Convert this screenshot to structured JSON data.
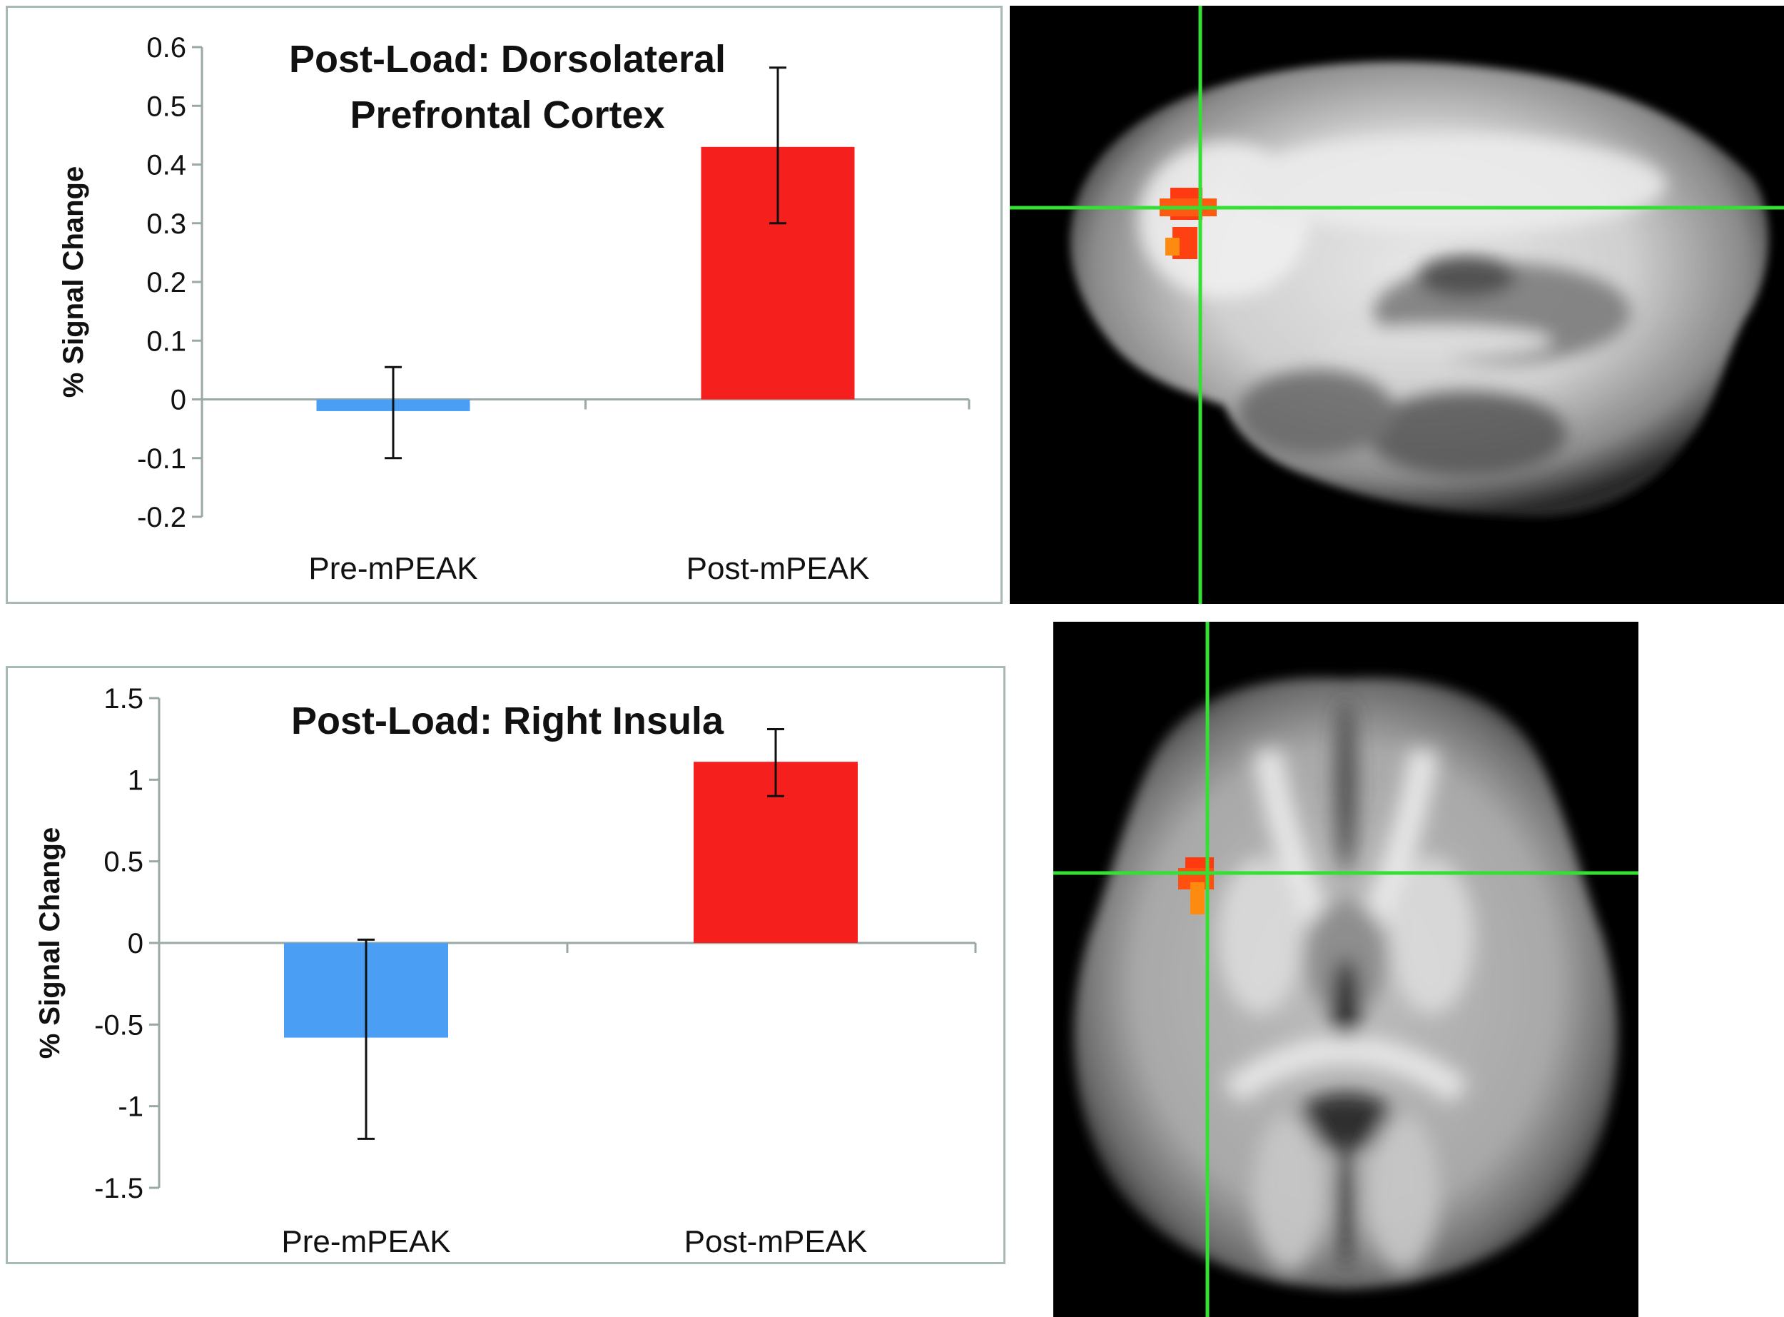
{
  "chart_data": [
    {
      "type": "bar",
      "title_lines": [
        "Post-Load: Dorsolateral",
        "Prefrontal Cortex"
      ],
      "ylabel": "% Signal Change",
      "xlabel": "",
      "categories": [
        "Pre-mPEAK",
        "Post-mPEAK"
      ],
      "values": [
        -0.02,
        0.43
      ],
      "error_low": [
        -0.1,
        0.3
      ],
      "error_high": [
        0.055,
        0.565
      ],
      "ylim": [
        -0.2,
        0.6
      ],
      "yticks": [
        0.6,
        0.5,
        0.4,
        0.3,
        0.2,
        0.1,
        0,
        -0.1,
        -0.2
      ],
      "ytick_labels": [
        "0.6",
        "0.5",
        "0.4",
        "0.3",
        "0.2",
        "0.1",
        "0",
        "-0.1",
        "-0.2"
      ],
      "colors": [
        "#4a9ff5",
        "#f5201e"
      ],
      "grid": false,
      "legend": "none"
    },
    {
      "type": "bar",
      "title_lines": [
        "Post-Load: Right Insula"
      ],
      "ylabel": "% Signal Change",
      "xlabel": "",
      "categories": [
        "Pre-mPEAK",
        "Post-mPEAK"
      ],
      "values": [
        -0.58,
        1.11
      ],
      "error_low": [
        -1.2,
        0.9
      ],
      "error_high": [
        0.02,
        1.31
      ],
      "ylim": [
        -1.5,
        1.5
      ],
      "yticks": [
        1.5,
        1,
        0.5,
        0,
        -0.5,
        -1,
        -1.5
      ],
      "ytick_labels": [
        "1.5",
        "1",
        "0.5",
        "0",
        "-0.5",
        "-1",
        "-1.5"
      ],
      "colors": [
        "#4a9ff5",
        "#f5201e"
      ],
      "grid": false,
      "legend": "none"
    }
  ],
  "images": [
    {
      "view": "sagittal",
      "crosshair_color": "#33e033",
      "blob_color": "#ff3a10"
    },
    {
      "view": "axial",
      "crosshair_color": "#33e033",
      "blob_color": "#ff3a10"
    }
  ]
}
